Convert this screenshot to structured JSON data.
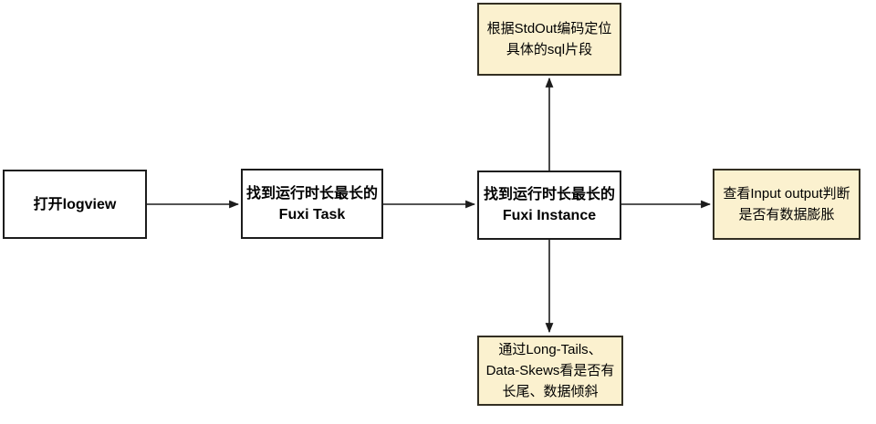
{
  "diagram": {
    "title": "Fuxi task troubleshooting flowchart",
    "colors": {
      "background": "#ffffff",
      "process_fill": "#ffffff",
      "process_border": "#1c1c1c",
      "note_fill": "#fbf1cf",
      "note_border": "#332f22",
      "arrow": "#1c1c1c",
      "text": "#000000"
    },
    "nodes": [
      {
        "id": "open-logview",
        "type": "process",
        "label": "打开logview"
      },
      {
        "id": "find-fuxi-task",
        "type": "process",
        "label": "找到运行时长最长的\nFuxi Task"
      },
      {
        "id": "find-fuxi-instance",
        "type": "process",
        "label": "找到运行时长最长的\nFuxi Instance"
      },
      {
        "id": "stdout-sql",
        "type": "note",
        "label": "根据StdOut编码定位\n具体的sql片段"
      },
      {
        "id": "input-output",
        "type": "note",
        "label": "查看Input output判断\n是否有数据膨胀"
      },
      {
        "id": "long-tails",
        "type": "note",
        "label": "通过Long-Tails、\nData-Skews看是否有\n长尾、数据倾斜"
      }
    ],
    "edges": [
      {
        "from": "open-logview",
        "to": "find-fuxi-task"
      },
      {
        "from": "find-fuxi-task",
        "to": "find-fuxi-instance"
      },
      {
        "from": "find-fuxi-instance",
        "to": "stdout-sql"
      },
      {
        "from": "find-fuxi-instance",
        "to": "input-output"
      },
      {
        "from": "find-fuxi-instance",
        "to": "long-tails"
      }
    ]
  }
}
